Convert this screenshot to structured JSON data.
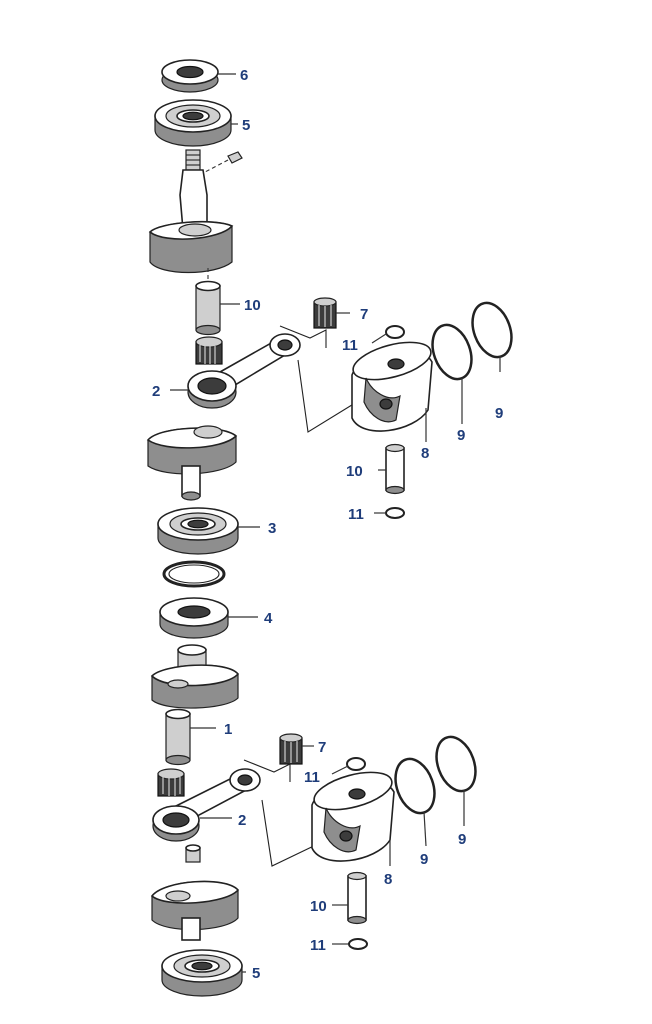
{
  "callouts": {
    "c6_top": "6",
    "c5_top": "5",
    "c10_top": "10",
    "c7_top": "7",
    "c11_top_a": "11",
    "c2_top": "2",
    "c9_top_a": "9",
    "c9_top_b": "9",
    "c8_top": "8",
    "c10_mid": "10",
    "c11_mid": "11",
    "c3": "3",
    "c4": "4",
    "c1": "1",
    "c7_bot": "7",
    "c11_bot_a": "11",
    "c2_bot": "2",
    "c9_bot_a": "9",
    "c9_bot_b": "9",
    "c8_bot": "8",
    "c10_bot": "10",
    "c11_bot_b": "11",
    "c5_bot": "5"
  },
  "colors": {
    "callout_text": "#1f3d7a",
    "line": "#222222",
    "shade": "#8e8e8e"
  }
}
